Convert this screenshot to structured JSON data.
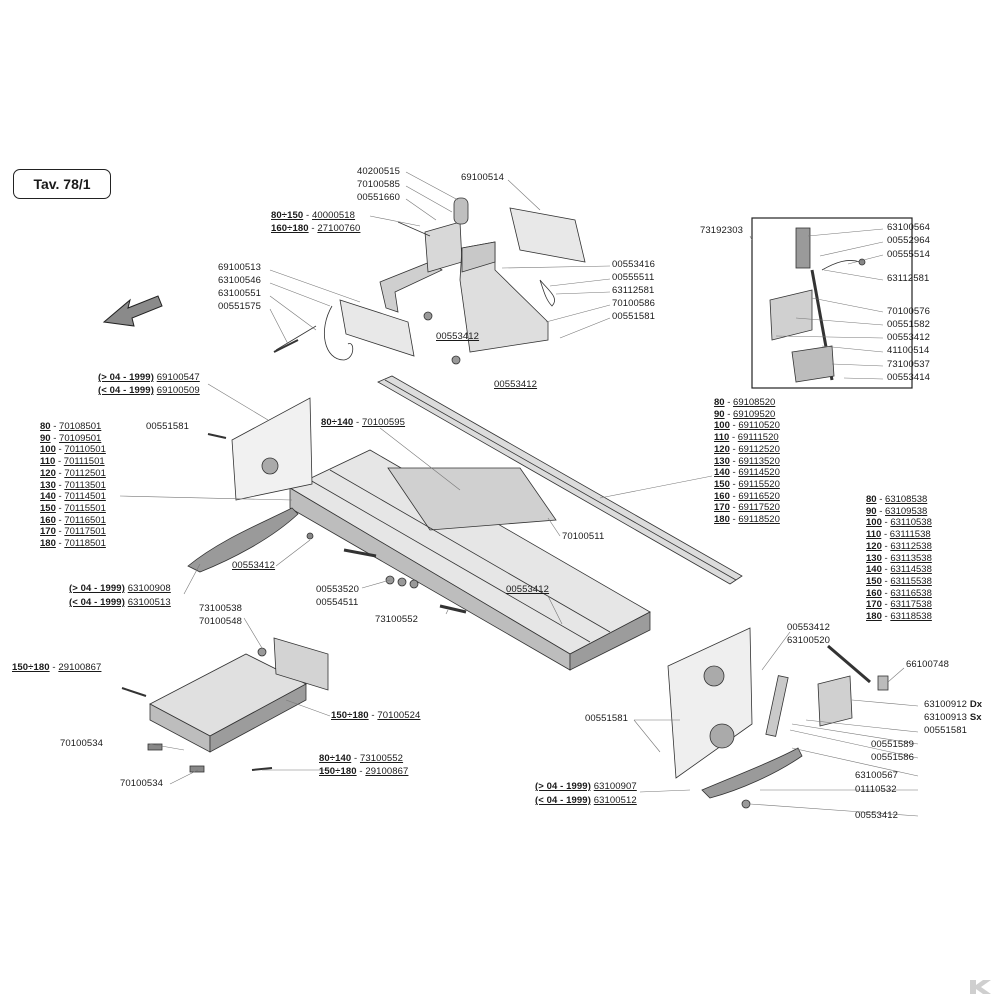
{
  "title": "Tav. 78/1",
  "labels": {
    "p40200515": "40200515",
    "p70100585": "70100585",
    "p00551660": "00551660",
    "p69100514": "69100514",
    "p80_150_range": "80÷150",
    "p80_150_code": "40000518",
    "p160_180_range": "160÷180",
    "p160_180_code": "27100760",
    "p69100513": "69100513",
    "p63100546": "63100546",
    "p63100551": "63100551",
    "p00551575": "00551575",
    "p00553416": "00553416",
    "p00555511": "00555511",
    "p63112581a": "63112581",
    "p70100586": "70100586",
    "p00551581a": "00551581",
    "p00553412a": "00553412",
    "p00553412b": "00553412",
    "p73192303": "73192303",
    "p63100564": "63100564",
    "p00552964": "00552964",
    "p00555514": "00555514",
    "p63112581b": "63112581",
    "p70100576": "70100576",
    "p00551582": "00551582",
    "p00553412c": "00553412",
    "p41100514": "41100514",
    "p73100537": "73100537",
    "p00553414": "00553414",
    "pdate_gt_a": "(> 04 - 1999)",
    "pcode_69100547": "69100547",
    "pdate_lt_a": "(< 04 - 1999)",
    "pcode_69100509": "69100509",
    "p00551581b": "00551581",
    "p80_140_range": "80÷140",
    "p80_140_code": "70100595",
    "p70100511": "70100511",
    "p00553412d": "00553412",
    "p00553520": "00553520",
    "p00554511": "00554511",
    "p00553412e": "00553412",
    "p73100552a": "73100552",
    "pdate_gt_b": "(> 04 - 1999)",
    "pcode_63100908": "63100908",
    "pdate_lt_b": "(< 04 - 1999)",
    "pcode_63100513": "63100513",
    "p73100538": "73100538",
    "p70100548": "70100548",
    "p150_180_range_a": "150÷180",
    "p150_180_code_a": "29100867",
    "p150_180_range_b": "150÷180",
    "p150_180_code_b": "70100524",
    "p70100534a": "70100534",
    "p70100534b": "70100534",
    "p80_140_range_b": "80÷140",
    "p80_140_code_b": "73100552",
    "p150_180_range_c": "150÷180",
    "p150_180_code_c": "29100867",
    "p00553412f": "00553412",
    "p63100520": "63100520",
    "p66100748": "66100748",
    "p63100912": "63100912",
    "p_dx": "Dx",
    "p63100913": "63100913",
    "p_sx": "Sx",
    "p00551581c": "00551581",
    "p00551581d": "00551581",
    "p00551589": "00551589",
    "p00551586": "00551586",
    "p63100567": "63100567",
    "p01110532": "01110532",
    "p00553412g": "00553412",
    "pdate_gt_c": "(> 04 - 1999)",
    "pcode_63100907": "63100907",
    "pdate_lt_c": "(< 04 - 1999)",
    "pcode_63100512": "63100512"
  },
  "table_left": [
    {
      "size": "80",
      "code": "70108501"
    },
    {
      "size": "90",
      "code": "70109501"
    },
    {
      "size": "100",
      "code": "70110501"
    },
    {
      "size": "110",
      "code": "70111501"
    },
    {
      "size": "120",
      "code": "70112501"
    },
    {
      "size": "130",
      "code": "70113501"
    },
    {
      "size": "140",
      "code": "70114501"
    },
    {
      "size": "150",
      "code": "70115501"
    },
    {
      "size": "160",
      "code": "70116501"
    },
    {
      "size": "170",
      "code": "70117501"
    },
    {
      "size": "180",
      "code": "70118501"
    }
  ],
  "table_mid": [
    {
      "size": "80",
      "code": "69108520"
    },
    {
      "size": "90",
      "code": "69109520"
    },
    {
      "size": "100",
      "code": "69110520"
    },
    {
      "size": "110",
      "code": "69111520"
    },
    {
      "size": "120",
      "code": "69112520"
    },
    {
      "size": "130",
      "code": "69113520"
    },
    {
      "size": "140",
      "code": "69114520"
    },
    {
      "size": "150",
      "code": "69115520"
    },
    {
      "size": "160",
      "code": "69116520"
    },
    {
      "size": "170",
      "code": "69117520"
    },
    {
      "size": "180",
      "code": "69118520"
    }
  ],
  "table_right": [
    {
      "size": "80",
      "code": "63108538"
    },
    {
      "size": "90",
      "code": "63109538"
    },
    {
      "size": "100",
      "code": "63110538"
    },
    {
      "size": "110",
      "code": "63111538"
    },
    {
      "size": "120",
      "code": "63112538"
    },
    {
      "size": "130",
      "code": "63113538"
    },
    {
      "size": "140",
      "code": "63114538"
    },
    {
      "size": "150",
      "code": "63115538"
    },
    {
      "size": "160",
      "code": "63116538"
    },
    {
      "size": "170",
      "code": "63117538"
    },
    {
      "size": "180",
      "code": "63118538"
    }
  ],
  "colors": {
    "ink": "#1a1a1a",
    "line": "#555555",
    "fill_light": "#d9d9d9",
    "fill_mid": "#b5b5b5",
    "fill_dark": "#7a7a7a"
  },
  "icons": {
    "direction_arrow": "arrow-left-down-icon",
    "watermark": "brand-k-logo-icon"
  }
}
